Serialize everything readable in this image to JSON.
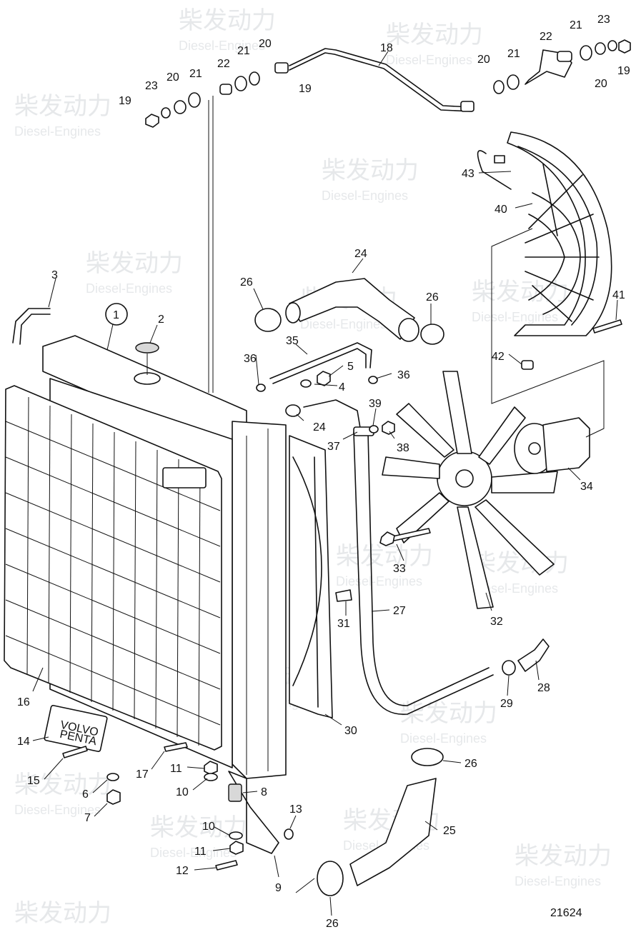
{
  "drawing_number": "21624",
  "watermark": {
    "brand_cn": "柴发动力",
    "brand_en": "Diesel-Engines"
  },
  "plate_text": {
    "line1": "VOLVO",
    "line2": "PENTA"
  },
  "callouts": {
    "c1": "1",
    "c2": "2",
    "c3": "3",
    "c4": "4",
    "c5": "5",
    "c6": "6",
    "c7": "7",
    "c8": "8",
    "c9": "9",
    "c10a": "10",
    "c10b": "10",
    "c11a": "11",
    "c11b": "11",
    "c12": "12",
    "c13": "13",
    "c14": "14",
    "c15": "15",
    "c16": "16",
    "c17": "17",
    "c18": "18",
    "c19a": "19",
    "c19b": "19",
    "c19c": "19",
    "c20a": "20",
    "c20b": "20",
    "c20c": "20",
    "c20d": "20",
    "c21a": "21",
    "c21b": "21",
    "c21c": "21",
    "c21d": "21",
    "c22a": "22",
    "c22b": "22",
    "c23a": "23",
    "c23b": "23",
    "c24a": "24",
    "c24b": "24",
    "c25": "25",
    "c26a": "26",
    "c26b": "26",
    "c26c": "26",
    "c26d": "26",
    "c27": "27",
    "c28": "28",
    "c29": "29",
    "c30": "30",
    "c31": "31",
    "c32": "32",
    "c33": "33",
    "c34": "34",
    "c35": "35",
    "c36a": "36",
    "c36b": "36",
    "c37": "37",
    "c38": "38",
    "c39": "39",
    "c40": "40",
    "c41": "41",
    "c42": "42",
    "c43": "43"
  }
}
